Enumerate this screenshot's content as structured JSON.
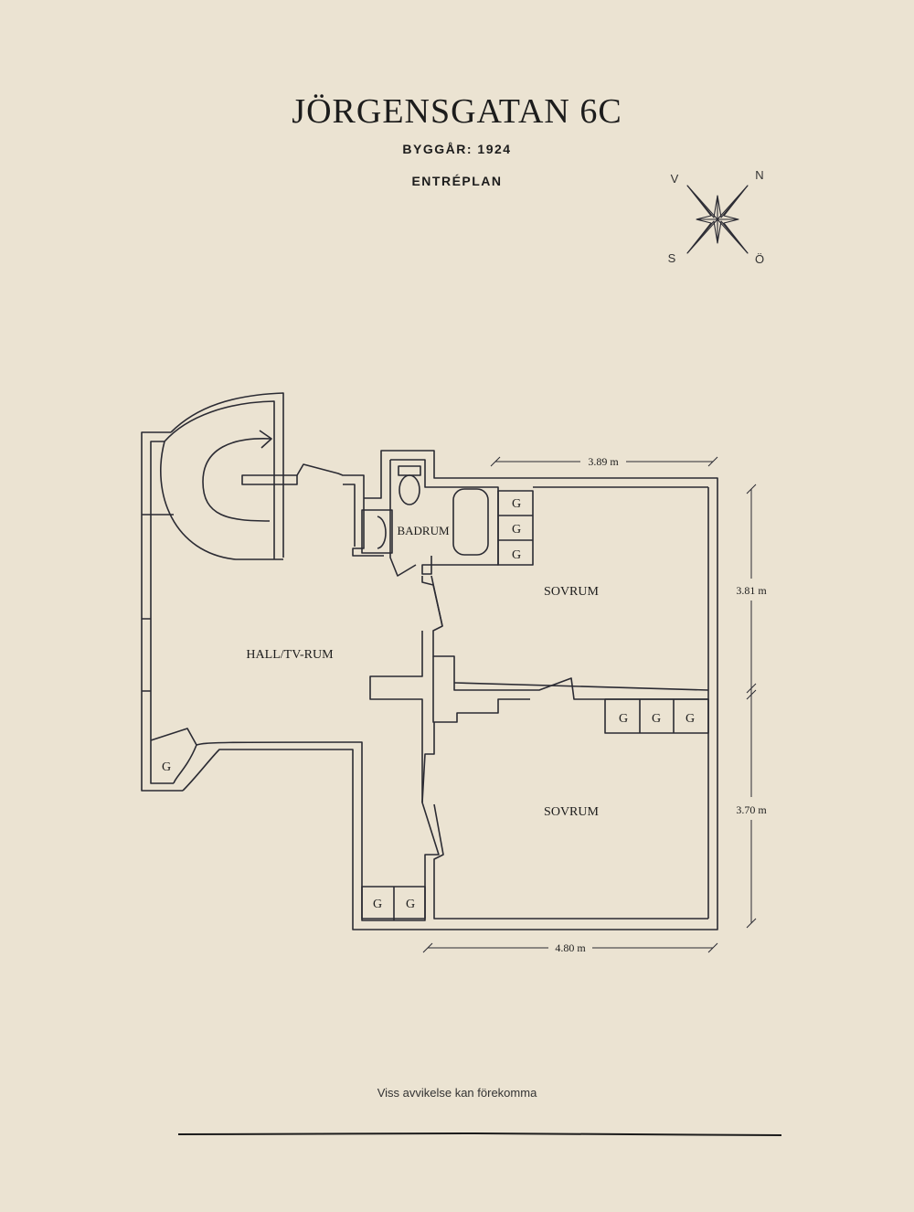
{
  "header": {
    "title": "JÖRGENSGATAN 6C",
    "built": "BYGGÅR: 1924",
    "floor": "ENTRÉPLAN"
  },
  "compass": {
    "v": "V",
    "n": "N",
    "s": "S",
    "o": "Ö"
  },
  "rooms": {
    "hall": "HALL/TV-RUM",
    "bath": "BADRUM",
    "bedroom1": "SOVRUM",
    "bedroom2": "SOVRUM"
  },
  "closet_label": "G",
  "dimensions": {
    "top": "3.89 m",
    "right_upper": "3.81 m",
    "right_lower": "3.70 m",
    "bottom": "4.80 m"
  },
  "footer": {
    "disclaimer": "Viss avvikelse kan förekomma"
  },
  "colors": {
    "background": "#ebe3d2",
    "ink": "#2b2b33"
  }
}
